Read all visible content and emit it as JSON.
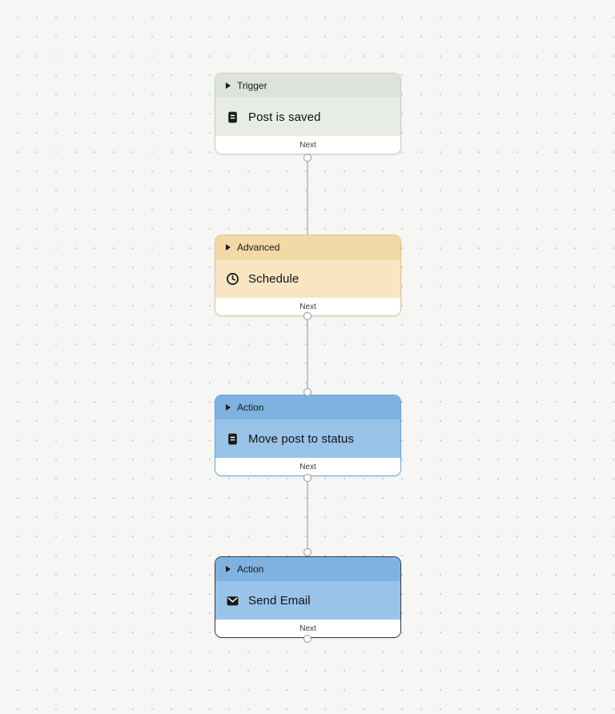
{
  "canvas": {
    "background_color": "#f6f6f5",
    "dot_color": "#cdcdcd",
    "connector_color": "#c3c3c3",
    "port_border_color": "#9a93a0"
  },
  "nodes": [
    {
      "category": "Trigger",
      "label": "Post is saved",
      "footer_label": "Next",
      "icon": "document-icon",
      "header_color": "#dce3da",
      "body_color": "#e7ece5",
      "border_color": "#c7cec6",
      "selected": false
    },
    {
      "category": "Advanced",
      "label": "Schedule",
      "footer_label": "Next",
      "icon": "clock-icon",
      "header_color": "#f2d9a6",
      "body_color": "#f7e5c3",
      "border_color": "#dcc592",
      "selected": false
    },
    {
      "category": "Action",
      "label": "Move post to status",
      "footer_label": "Next",
      "icon": "document-icon",
      "header_color": "#7fb2e0",
      "body_color": "#9ac3ea",
      "border_color": "#6ba3d6",
      "selected": false
    },
    {
      "category": "Action",
      "label": "Send Email",
      "footer_label": "Next",
      "icon": "envelope-icon",
      "header_color": "#7fb2e0",
      "body_color": "#9ac3ea",
      "border_color": "#3a3a3a",
      "selected": true
    }
  ]
}
